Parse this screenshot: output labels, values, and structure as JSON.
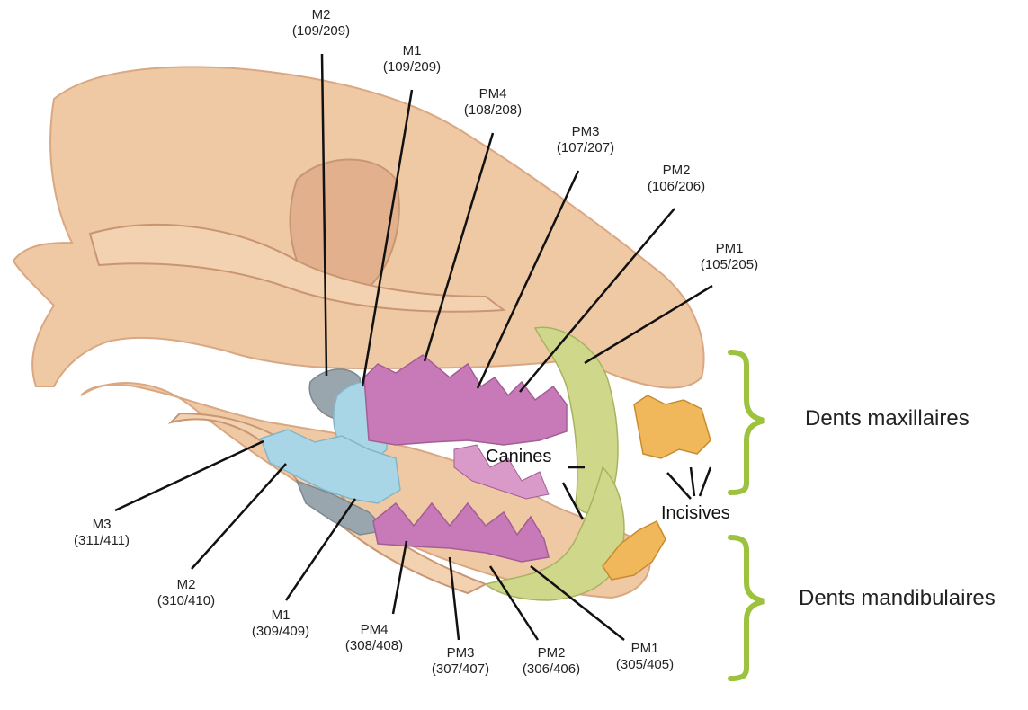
{
  "colors": {
    "bone": "#efc8a4",
    "bone_shadow": "#d9a883",
    "molar_gray": "#9aa6ad",
    "molar_blue": "#a9d6e6",
    "premolar_purple": "#c77ab7",
    "canine_green": "#cfd88a",
    "incisor_orange": "#f0b85a",
    "bracket_green": "#9cc23e",
    "leader_line": "#111111"
  },
  "upper_labels": [
    {
      "name": "M2",
      "code": "(109/209)"
    },
    {
      "name": "M1",
      "code": "(109/209)"
    },
    {
      "name": "PM4",
      "code": "(108/208)"
    },
    {
      "name": "PM3",
      "code": "(107/207)"
    },
    {
      "name": "PM2",
      "code": "(106/206)"
    },
    {
      "name": "PM1",
      "code": "(105/205)"
    }
  ],
  "lower_labels": [
    {
      "name": "M3",
      "code": "(311/411)"
    },
    {
      "name": "M2",
      "code": "(310/410)"
    },
    {
      "name": "M1",
      "code": "(309/409)"
    },
    {
      "name": "PM4",
      "code": "(308/408)"
    },
    {
      "name": "PM3",
      "code": "(307/407)"
    },
    {
      "name": "PM2",
      "code": "(306/406)"
    },
    {
      "name": "PM1",
      "code": "(305/405)"
    }
  ],
  "canines_label": "Canines",
  "incisives_label": "Incisives",
  "groups": {
    "maxillary": "Dents maxillaires",
    "mandibular": "Dents mandibulaires"
  }
}
